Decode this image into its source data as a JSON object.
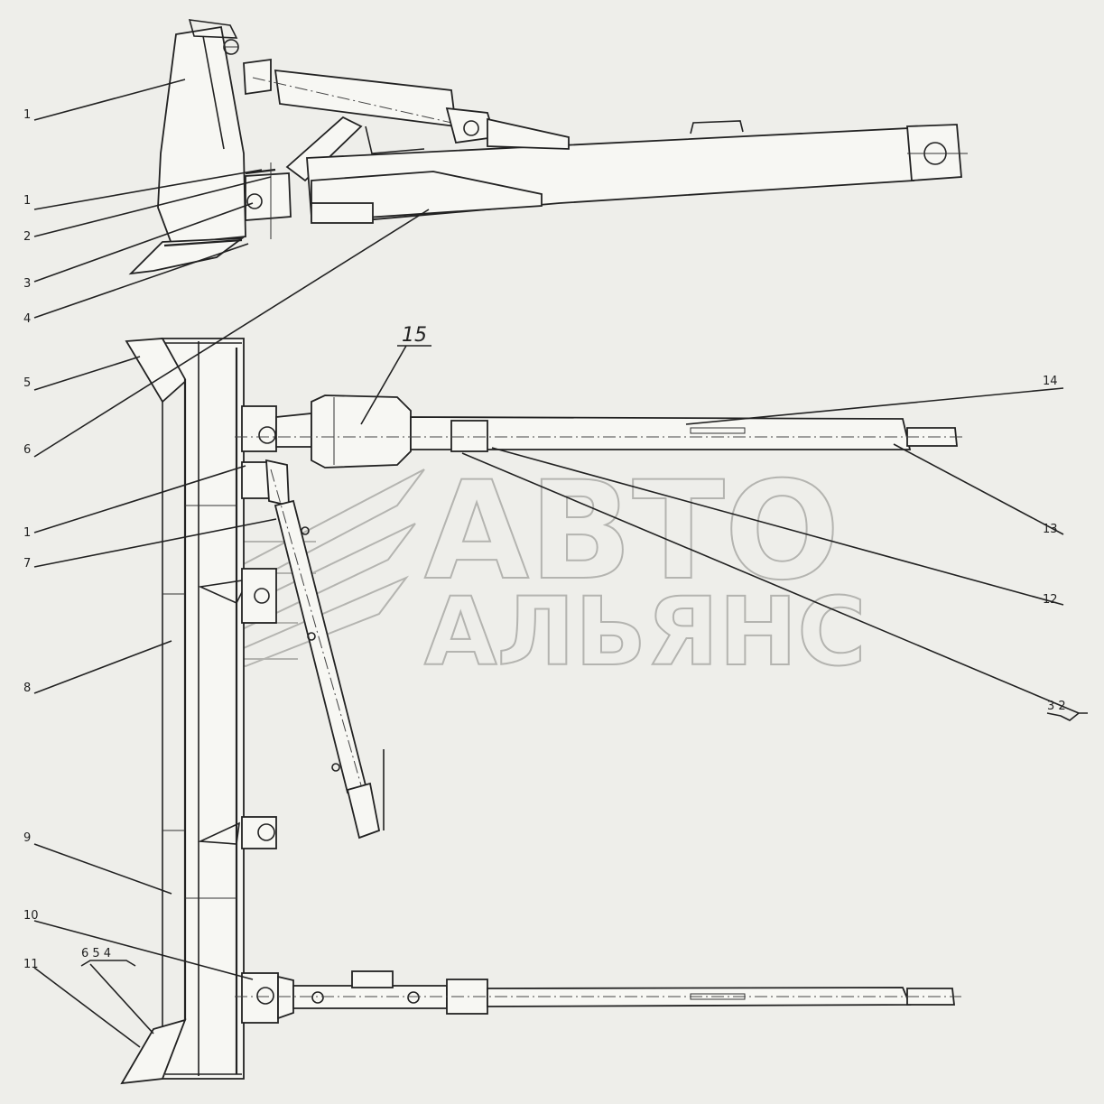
{
  "labels": {
    "l1a": "1",
    "l2": "2",
    "l3": "3",
    "l4": "4",
    "l5": "5",
    "l6": "6",
    "l1b": "1",
    "l7": "7",
    "l8": "8",
    "l9": "9",
    "l10": "10",
    "l11": "11",
    "g654": "6 5 4",
    "l15": "15",
    "l14": "14",
    "l13": "13",
    "l12": "12",
    "g32": "3 2"
  },
  "watermark": {
    "line1": "АВТО",
    "line2": "АЛЬЯНС"
  },
  "colors": {
    "background": "#eeeeea",
    "ink": "#222222",
    "watermark": "#b4b4b0"
  }
}
